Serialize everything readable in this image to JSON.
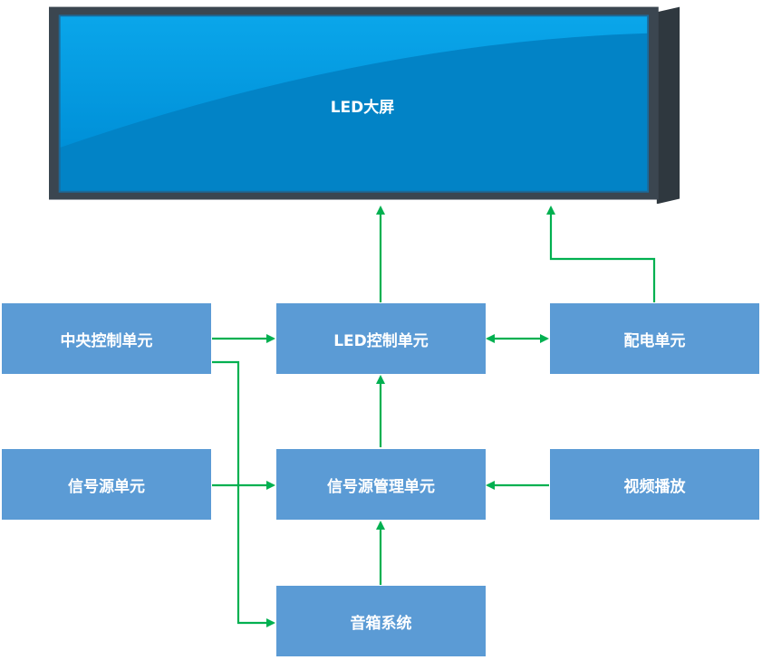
{
  "screen": {
    "label": "LED大屏"
  },
  "boxes": {
    "central_control": "中央控制单元",
    "led_control": "LED控制单元",
    "power_distribution": "配电单元",
    "signal_source": "信号源单元",
    "signal_source_management": "信号源管理单元",
    "video_playback": "视频播放",
    "speaker_system": "音箱系统"
  },
  "colors": {
    "box_fill": "#5b9bd5",
    "arrow": "#00b050",
    "screen_blue": "#0096e0",
    "screen_frame": "#3b4650"
  }
}
